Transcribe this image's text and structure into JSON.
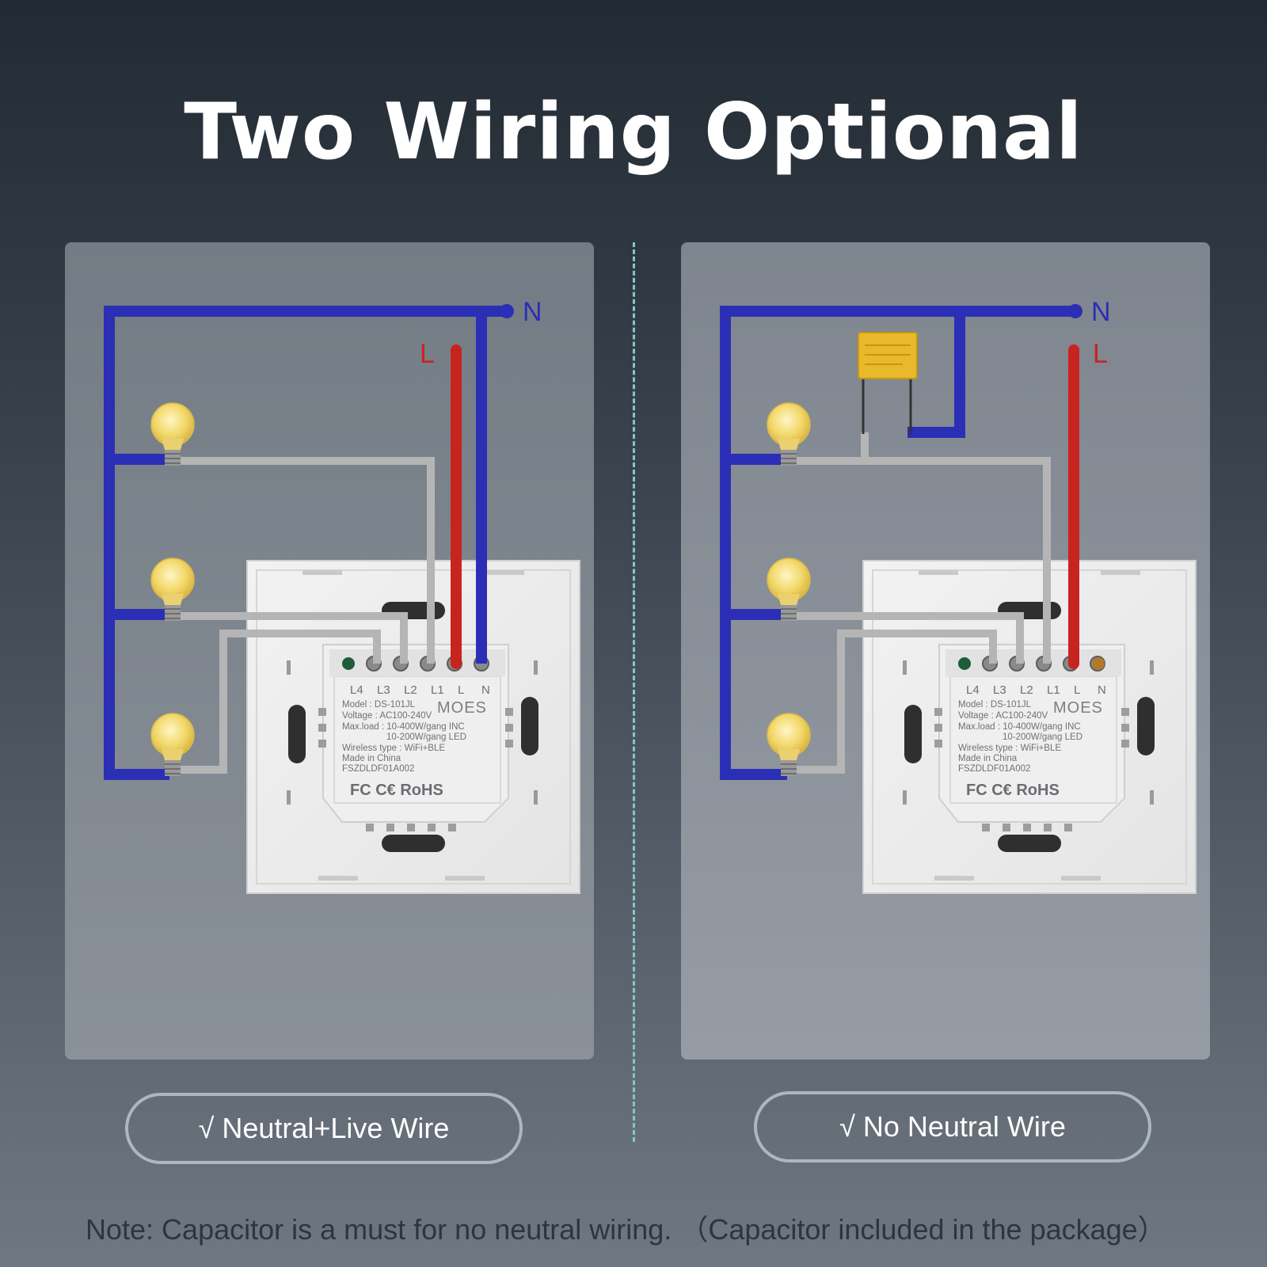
{
  "title": "Two Wiring Optional",
  "left_option": {
    "label": "√ Neutral+Live Wire",
    "neutral_label": "N",
    "live_label": "L"
  },
  "right_option": {
    "label": "√ No Neutral Wire",
    "neutral_label": "N",
    "live_label": "L"
  },
  "module": {
    "terminals": [
      "L4",
      "L3",
      "L2",
      "L1",
      "L",
      "N"
    ],
    "model": "Model : DS-101JL",
    "voltage": "Voltage : AC100-240V",
    "max_load_1": "Max.load : 10-400W/gang  INC",
    "max_load_2": "10-200W/gang  LED",
    "wireless": "Wireless type : WiFi+BLE",
    "made_in": "Made in China",
    "code": "FSZDLDF01A002",
    "brand": "MOES",
    "certs": "FC C€ RoHS"
  },
  "note": "Note: Capacitor is a must for no neutral wiring. （Capacitor included in the package）",
  "colors": {
    "neutral_wire": "#2b2fb5",
    "live_wire": "#c8241f",
    "load_wire": "#b8b8b8",
    "bulb": "#f2d86a",
    "capacitor": "#e8b92a",
    "divider": "#7fc9c9"
  }
}
